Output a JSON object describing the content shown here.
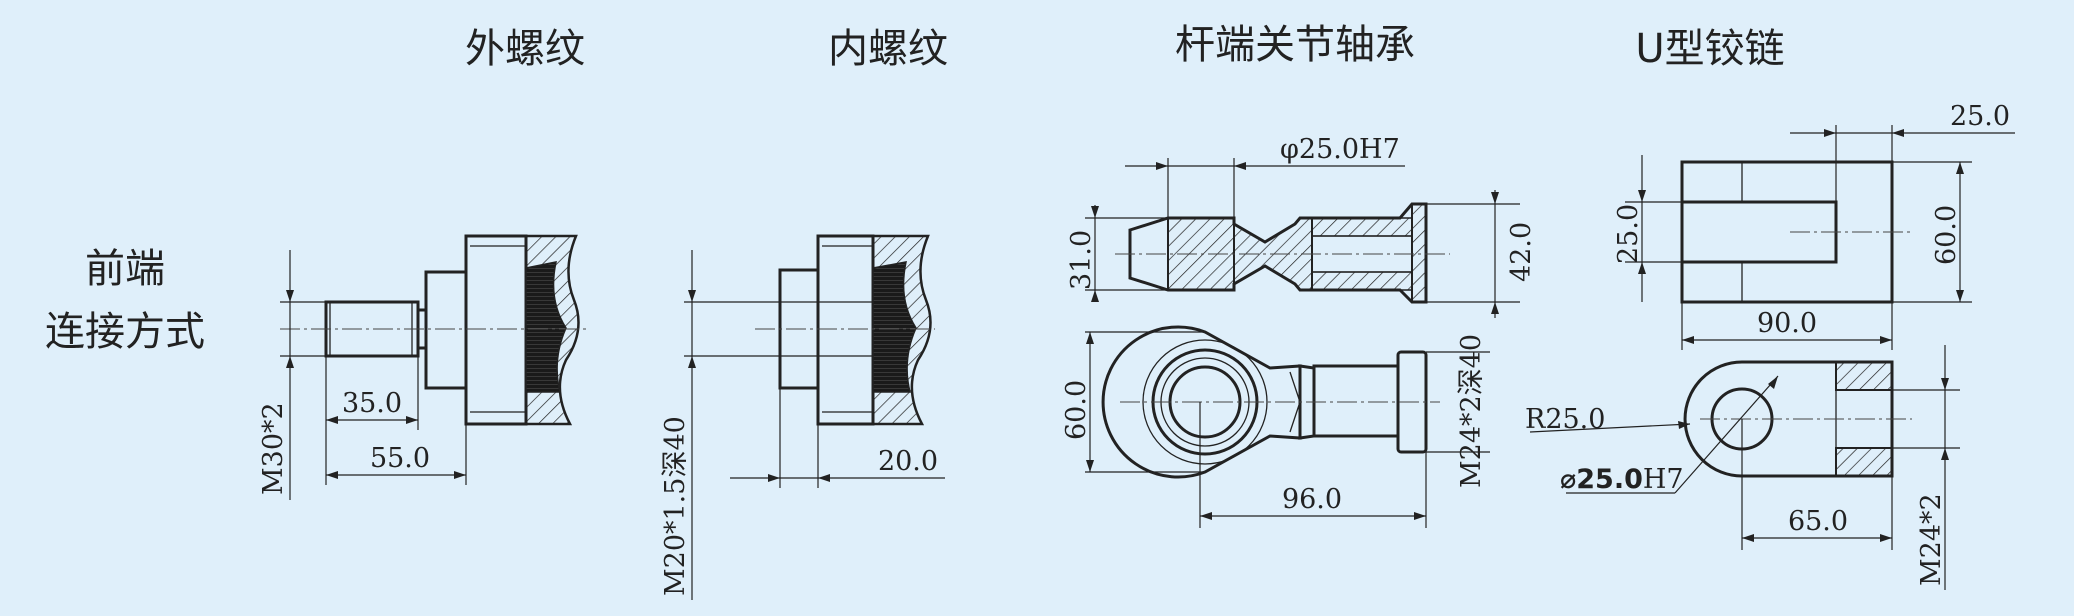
{
  "headers": {
    "external_thread": "外螺纹",
    "internal_thread": "内螺纹",
    "rod_end_bearing": "杆端关节轴承",
    "u_clevis": "U型铰链"
  },
  "row_label": {
    "line1": "前端",
    "line2": "连接方式"
  },
  "external_thread": {
    "thread": "M30*2",
    "d1": "35.0",
    "d2": "55.0"
  },
  "internal_thread": {
    "thread": "M20*1.5深40",
    "d1": "20.0"
  },
  "rod_end_bearing": {
    "bore": "φ25.0H7",
    "h_left": "31.0",
    "h_right": "42.0",
    "height": "60.0",
    "thread": "M24*2深40",
    "length": "96.0"
  },
  "u_clevis": {
    "slot_width": "25.0",
    "slot_height": "25.0",
    "height": "60.0",
    "length": "90.0",
    "radius": "R25.0",
    "bore_bold": "⌀25.0",
    "bore_fit": "H7",
    "pin_length": "65.0",
    "thread": "M24*2"
  },
  "colors": {
    "background": "#dfeffa",
    "line": "#222222"
  }
}
